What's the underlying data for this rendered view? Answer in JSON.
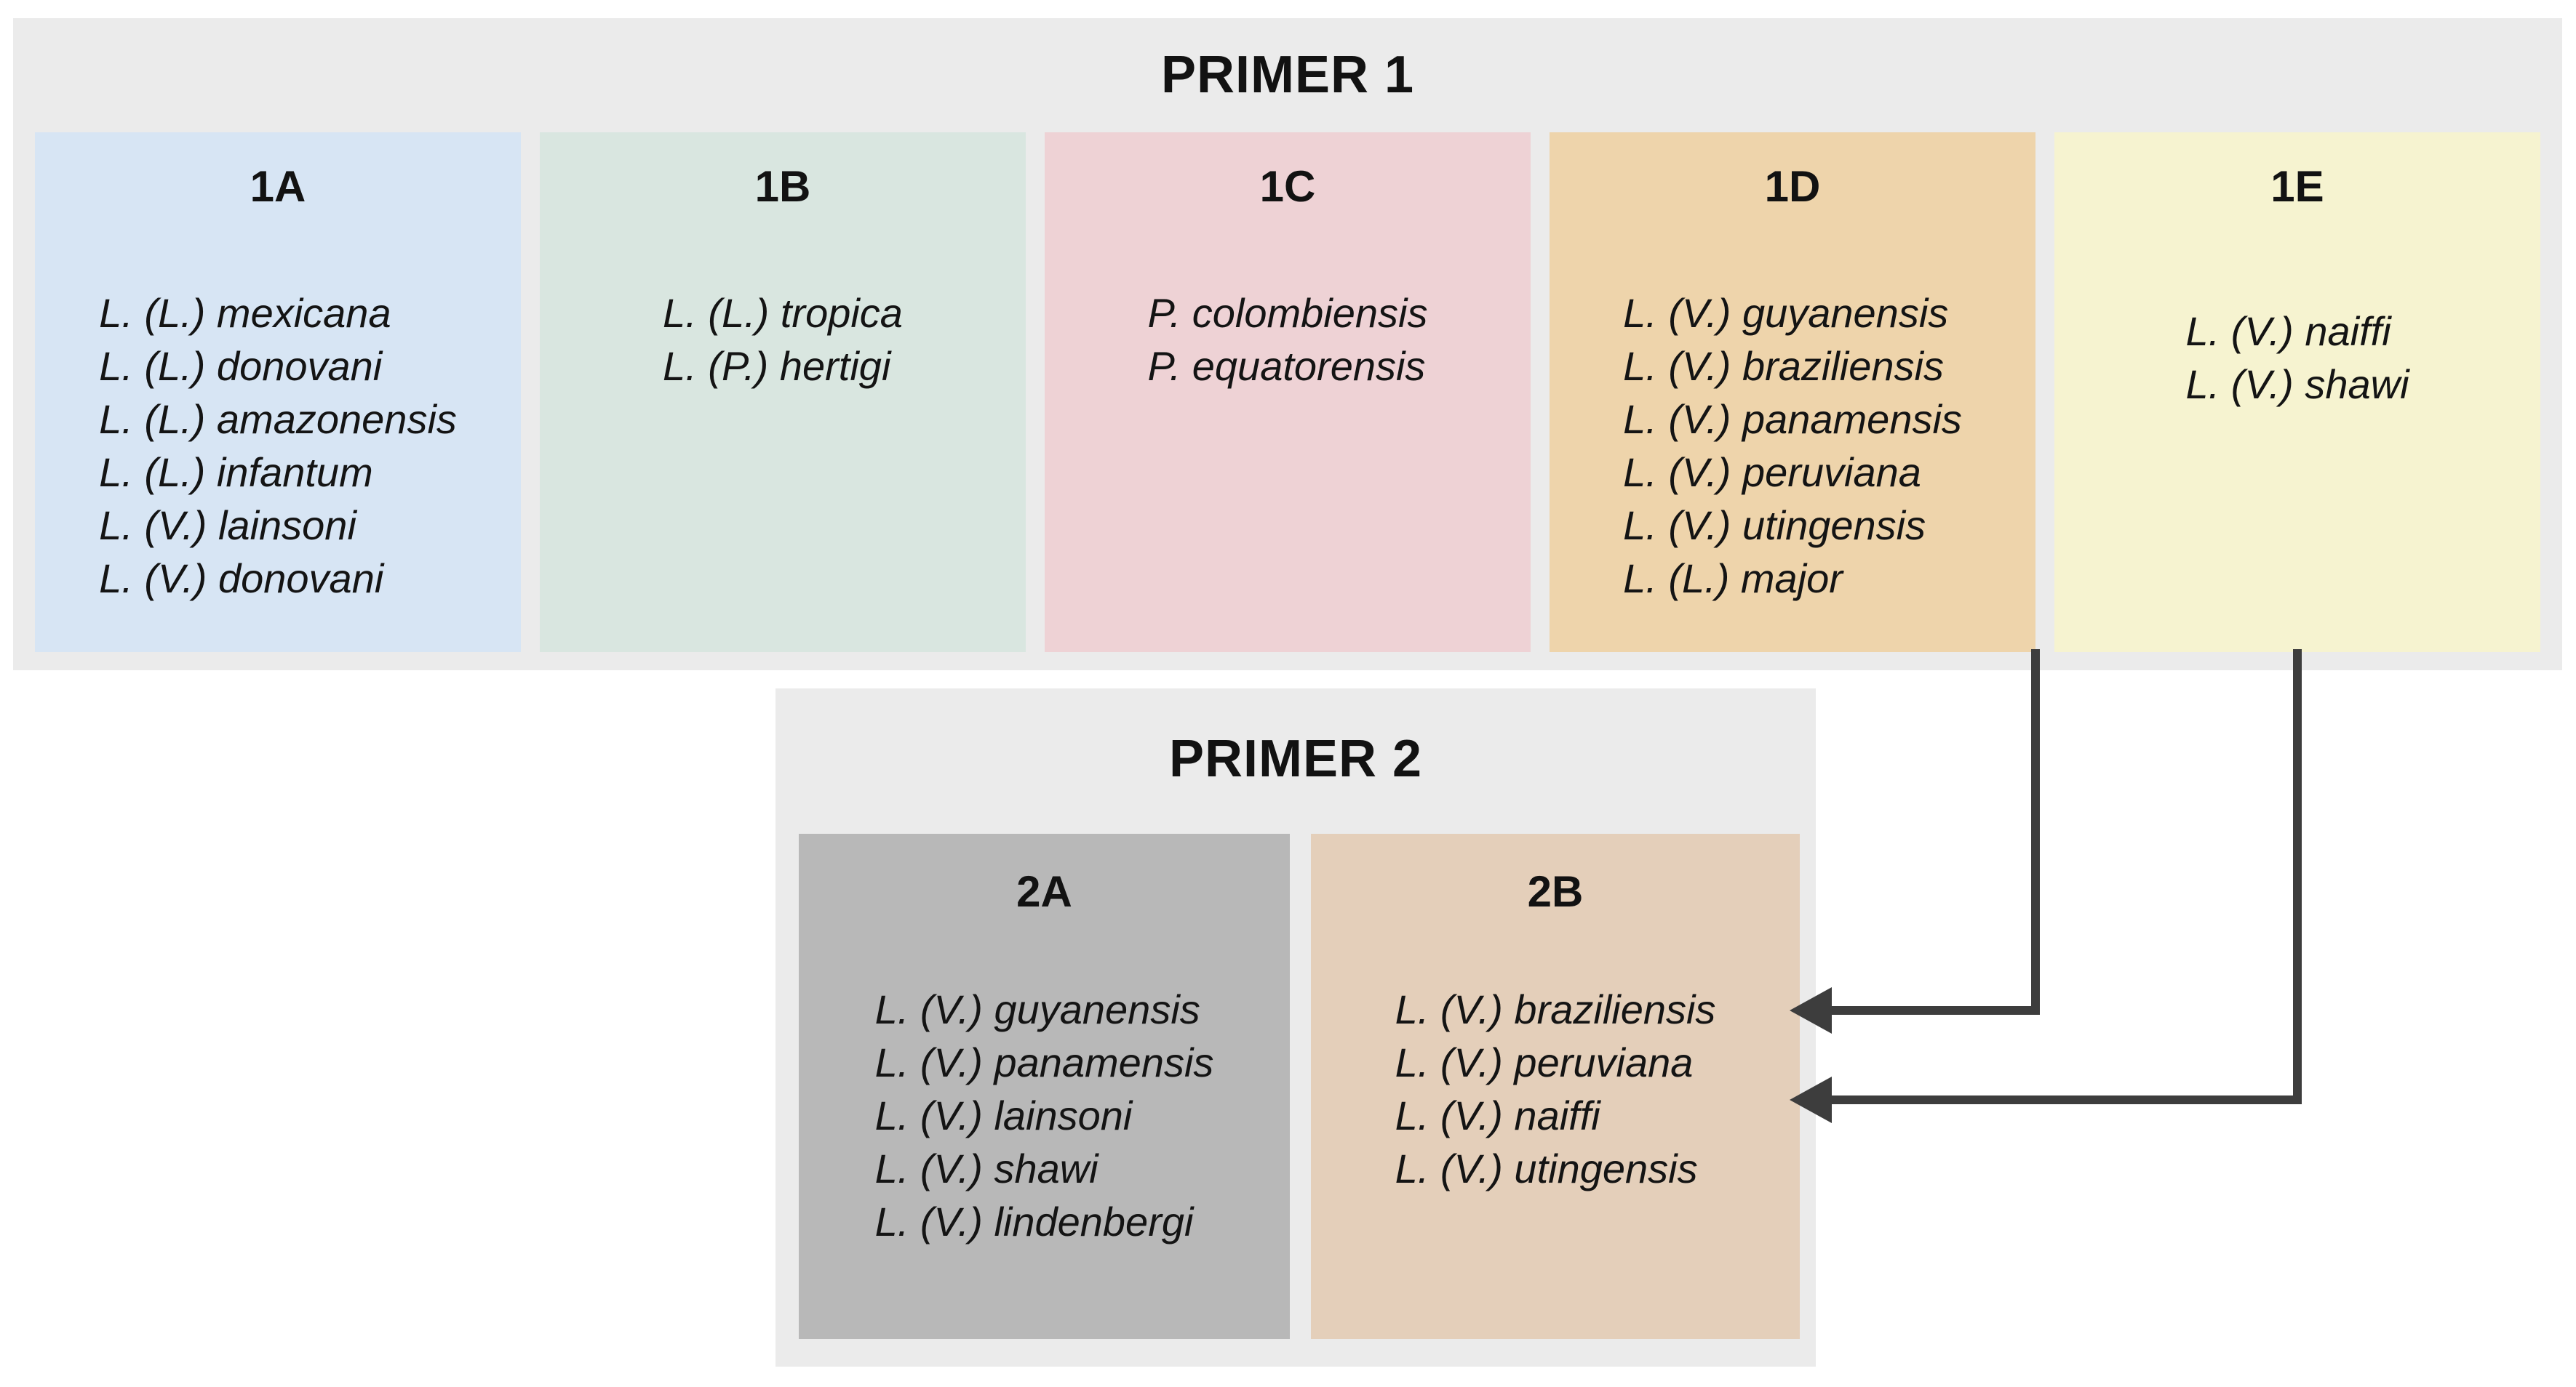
{
  "colors": {
    "panel_bg": "#ebebeb",
    "arrow": "#3d3d3d",
    "group_1A": "#d7e5f4",
    "group_1B": "#d9e6e0",
    "group_1C": "#eed2d5",
    "group_1D": "#eed4ab",
    "group_1E": "#f6f3d0",
    "group_2A": "#b8b8b8",
    "group_2B": "#e4cfba"
  },
  "primer1": {
    "title": "PRIMER 1",
    "groups": [
      {
        "id": "1A",
        "color": "#d7e5f4",
        "species": [
          "L. (L.) mexicana",
          "L. (L.) donovani",
          "L. (L.) amazonensis",
          "L. (L.) infantum",
          "L. (V.) lainsoni",
          "L. (V.) donovani"
        ]
      },
      {
        "id": "1B",
        "color": "#d9e6e0",
        "species": [
          "L. (L.) tropica",
          "L. (P.) hertigi"
        ]
      },
      {
        "id": "1C",
        "color": "#eed2d5",
        "species": [
          "P. colombiensis",
          "P. equatorensis"
        ]
      },
      {
        "id": "1D",
        "color": "#eed4ab",
        "species": [
          "L. (V.) guyanensis",
          "L. (V.) braziliensis",
          "L. (V.) panamensis",
          "L. (V.) peruviana",
          "L. (V.) utingensis",
          "L. (L.) major"
        ]
      },
      {
        "id": "1E",
        "color": "#f6f3d0",
        "species": [
          "L. (V.) naiffi",
          "L. (V.) shawi"
        ]
      }
    ]
  },
  "primer2": {
    "title": "PRIMER 2",
    "groups": [
      {
        "id": "2A",
        "color": "#b8b8b8",
        "species": [
          "L. (V.) guyanensis",
          "L. (V.) panamensis",
          "L. (V.) lainsoni",
          "L. (V.) shawi",
          "L. (V.) lindenbergi"
        ]
      },
      {
        "id": "2B",
        "color": "#e4cfba",
        "species": [
          "L. (V.) braziliensis",
          "L. (V.) peruviana",
          "L. (V.) naiffi",
          "L. (V.) utingensis"
        ]
      }
    ]
  },
  "arrows": [
    {
      "from": "1D",
      "to": "2B"
    },
    {
      "from": "1E",
      "to": "2B"
    }
  ]
}
